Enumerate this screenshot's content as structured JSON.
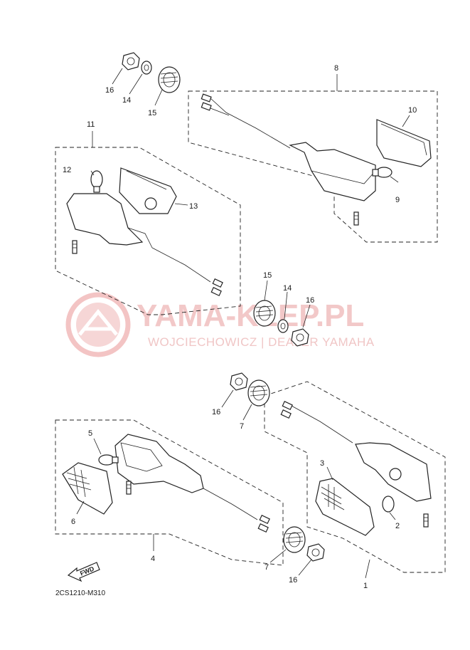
{
  "watermark": {
    "title": "YAMA-KLEP.PL",
    "subtitle": "WOJCIECHOWICZ | DEALER YAMAHA",
    "logo": "yamaha-tuning-fork-logo"
  },
  "diagram_code": "2CS1210-M310",
  "fwd_label": "FWD",
  "callouts": {
    "c1": "1",
    "c2": "2",
    "c3": "3",
    "c4": "4",
    "c5": "5",
    "c6": "6",
    "c7a": "7",
    "c7b": "7",
    "c8": "8",
    "c9": "9",
    "c10": "10",
    "c11": "11",
    "c12": "12",
    "c13": "13",
    "c14a": "14",
    "c14b": "14",
    "c15a": "15",
    "c15b": "15",
    "c16a": "16",
    "c16b": "16",
    "c16c": "16",
    "c16d": "16"
  }
}
